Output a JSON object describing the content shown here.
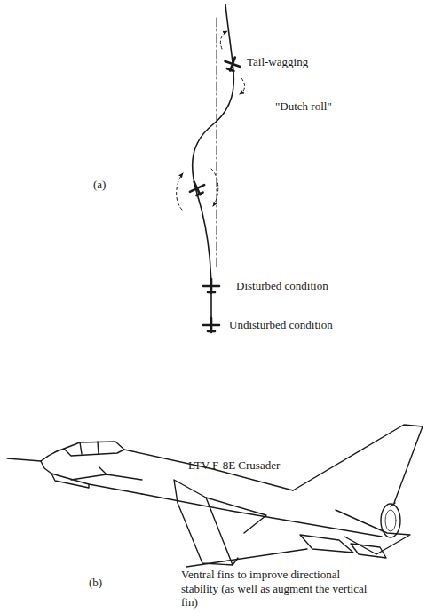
{
  "diagram": {
    "labels": [
      "Tail-wagging",
      "\"Dutch roll\"",
      "(a)",
      "Disturbed condition",
      "Undisturbed condition",
      "LTV F-8E Crusader",
      "(b)",
      "Ventral fins to improve directional stability (as well as augment the vertical fin)"
    ]
  }
}
